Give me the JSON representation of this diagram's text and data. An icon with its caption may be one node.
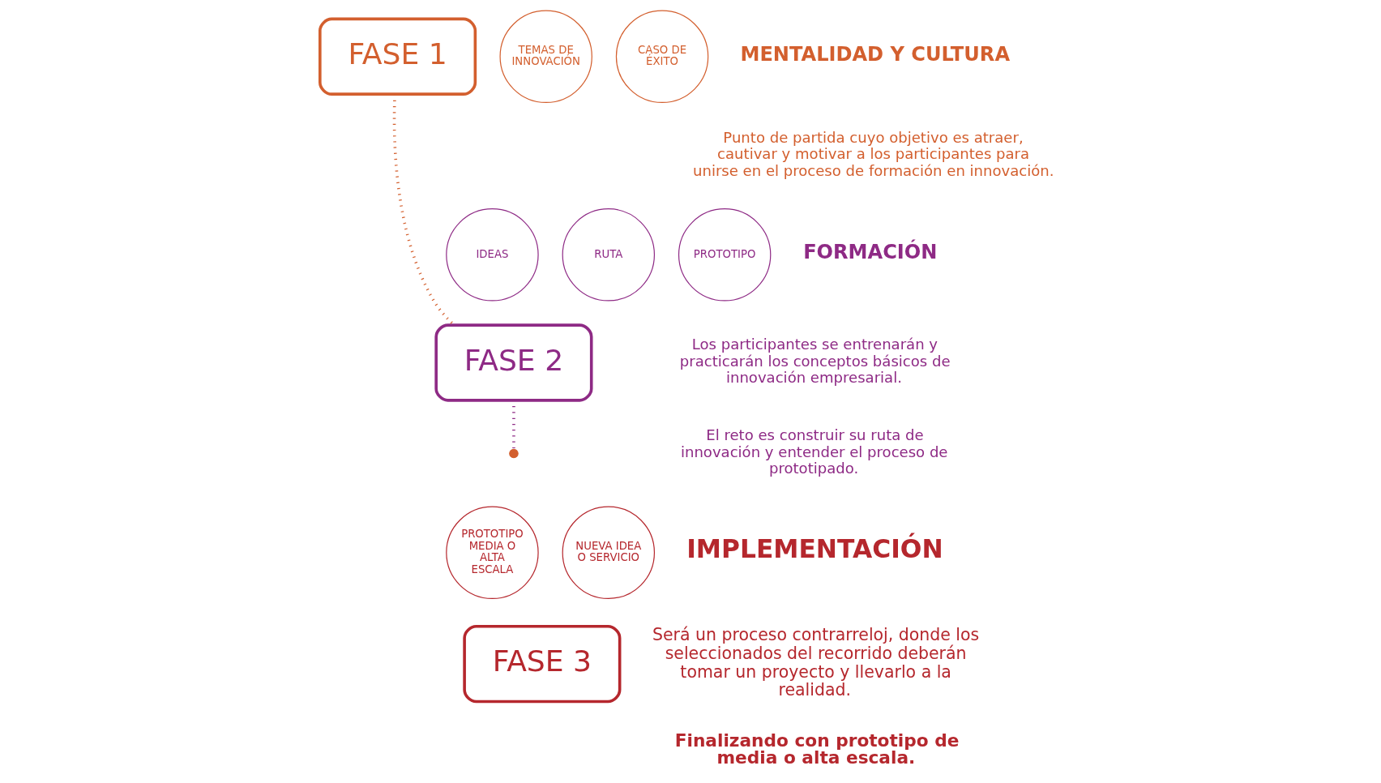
{
  "diagram": {
    "nodes": [
      {
        "text": [
          "FASE 1"
        ]
      },
      {
        "text": [
          "TEMAS DE INNOVACIÓN"
        ]
      },
      {
        "text": [
          "CASO DE ÉXITO"
        ]
      },
      {
        "text": [
          "IDEAS"
        ]
      },
      {
        "text": [
          "RUTA"
        ]
      },
      {
        "text": [
          "PROTOTIPO"
        ]
      },
      {
        "text": [
          "FASE 2"
        ]
      },
      {
        "text": [
          "PROTOTIPO MEDIA O ALTA ESCALA"
        ]
      },
      {
        "text": [
          "NUEVA IDEA O SERVICIO"
        ]
      },
      {
        "text": [
          "FASE 3"
        ]
      }
    ],
    "edges": [
      {
        "from": 0,
        "to": 6,
        "arrow": "none",
        "style": "dashed"
      },
      {
        "from": 6,
        "to": null,
        "arrow": "none",
        "style": "dashed"
      }
    ],
    "labels": [
      "MENTALIDAD Y CULTURA",
      "Punto de partida cuyo objetivo es atraer, cautivar y motivar a los participantes para unirse en el proceso de formación en innovación.",
      "FORMACIÓN",
      "Los participantes se entrenarán y practicarán los conceptos básicos de innovación empresarial.",
      "El reto es construir su ruta de innovación y entender el proceso de prototipado.",
      "IMPLEMENTACIÓN",
      "Será un proceso contrarreloj, donde los seleccionados del recorrido deberán tomar un proyecto y llevarlo a la realidad.",
      "Finalizando con prototipo de media o alta escala."
    ]
  }
}
